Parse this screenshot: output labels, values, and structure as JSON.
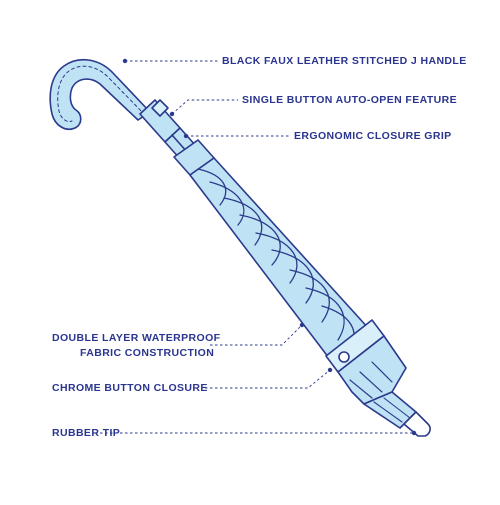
{
  "colors": {
    "outline": "#2b3a8c",
    "fill": "#bfe3f5",
    "fill_light": "#d9f0fa",
    "leader": "#2b3a8c",
    "text": "#2a3590",
    "background": "#ffffff"
  },
  "callouts": {
    "handle": "BLACK FAUX LEATHER STITCHED J HANDLE",
    "auto_open": "SINGLE BUTTON AUTO-OPEN FEATURE",
    "grip": "ERGONOMIC CLOSURE GRIP",
    "fabric_line1": "DOUBLE LAYER WATERPROOF",
    "fabric_line2": "FABRIC CONSTRUCTION",
    "chrome": "CHROME BUTTON CLOSURE",
    "tip": "RUBBER TIP"
  }
}
